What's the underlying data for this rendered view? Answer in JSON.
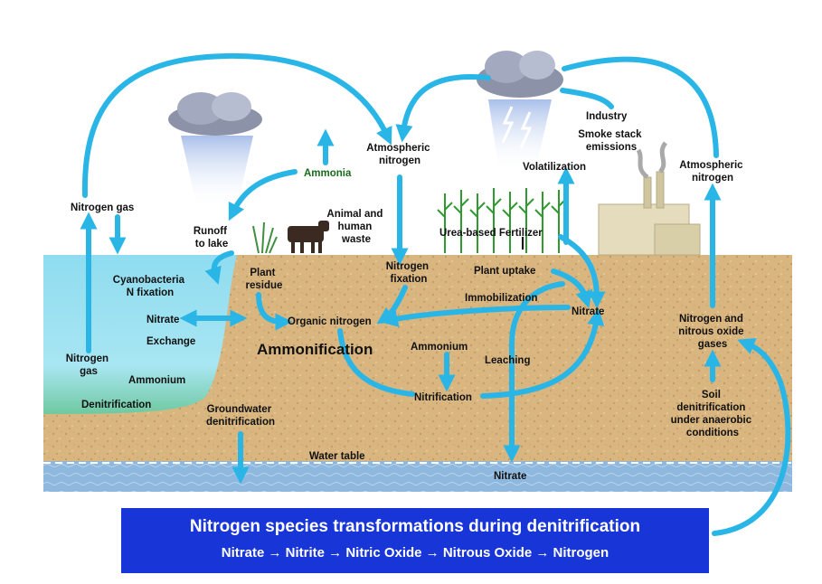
{
  "labels": {
    "atmospheric_nitrogen_top": [
      "Atmospheric",
      "nitrogen"
    ],
    "ammonia": "Ammonia",
    "nitrogen_gas_left": "Nitrogen gas",
    "runoff": [
      "Runoff",
      "to lake"
    ],
    "animal_waste": [
      "Animal and",
      "human",
      "waste"
    ],
    "industry": "Industry",
    "smoke_stack": [
      "Smoke stack",
      "emissions"
    ],
    "volatilization": "Volatilization",
    "atmospheric_nitrogen_right": [
      "Atmospheric",
      "nitrogen"
    ],
    "urea_fertilizer": "Urea-based Fertilizer",
    "cyanobacteria": [
      "Cyanobacteria",
      "N fixation"
    ],
    "plant_residue": [
      "Plant",
      "residue"
    ],
    "nitrogen_fixation": [
      "Nitrogen",
      "fixation"
    ],
    "plant_uptake": "Plant uptake",
    "immobilization": "Immobilization",
    "nitrate_right": "Nitrate",
    "nitrate_lake": "Nitrate",
    "exchange": "Exchange",
    "organic_nitrogen": "Organic nitrogen",
    "ammonification": "Ammonification",
    "ammonium_soil": "Ammonium",
    "leaching": "Leaching",
    "nitrogen_gas_lake": [
      "Nitrogen",
      "gas"
    ],
    "ammonium_lake": "Ammonium",
    "denitrification_lake": "Denitrification",
    "nitrification": "Nitrification",
    "groundwater_denitrification": [
      "Groundwater",
      "denitrification"
    ],
    "water_table": "Water table",
    "nitrate_bottom": "Nitrate",
    "nitrous_gases": [
      "Nitrogen and",
      "nitrous oxide",
      "gases"
    ],
    "soil_denitrification": [
      "Soil",
      "denitrification",
      "under anaerobic",
      "conditions"
    ]
  },
  "banner": {
    "title": "Nitrogen species transformations during denitrification",
    "subtitle": "Nitrate → Nitrite → Nitric Oxide → Nitrous Oxide → Nitrogen"
  },
  "colors": {
    "flow_arrows": "#29b6e6",
    "soil": "#d9b680",
    "lake": "#8fdcf0",
    "groundwater": "#8fb8de",
    "banner": "#1836d8",
    "ammonia_text": "#1a6b1a"
  }
}
